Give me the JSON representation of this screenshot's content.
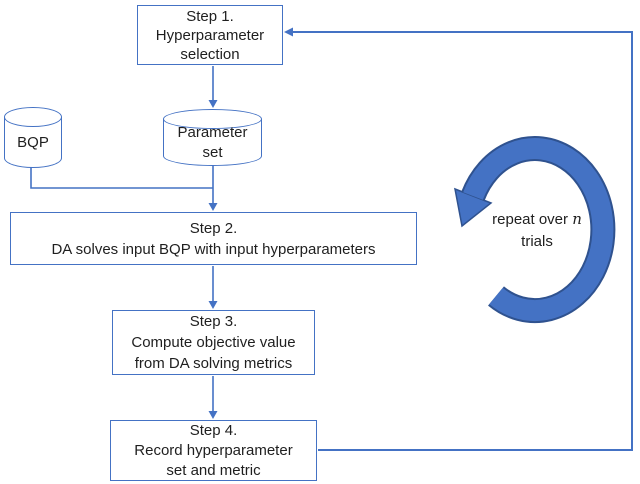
{
  "colors": {
    "accent": "#4472C4",
    "accent-dark": "#2F528F",
    "text": "#1f1f1f",
    "bg": "#ffffff"
  },
  "diagram": {
    "steps": [
      {
        "id": "step1",
        "lines": [
          "Step 1.",
          "Hyperparameter",
          "selection"
        ]
      },
      {
        "id": "step2",
        "lines": [
          "Step 2.",
          "DA solves input BQP with input hyperparameters"
        ]
      },
      {
        "id": "step3",
        "lines": [
          "Step 3.",
          "Compute objective value",
          "from DA solving metrics"
        ]
      },
      {
        "id": "step4",
        "lines": [
          "Step 4.",
          "Record hyperparameter",
          "set and metric"
        ]
      }
    ],
    "datastores": [
      {
        "id": "bqp",
        "lines": [
          "BQP"
        ]
      },
      {
        "id": "paramset",
        "lines": [
          "Parameter",
          "set"
        ]
      }
    ],
    "loop": {
      "icon": "circular-arrow-counterclockwise",
      "label_prefix": "repeat over ",
      "label_n": "n",
      "label_line2": "trials"
    }
  }
}
